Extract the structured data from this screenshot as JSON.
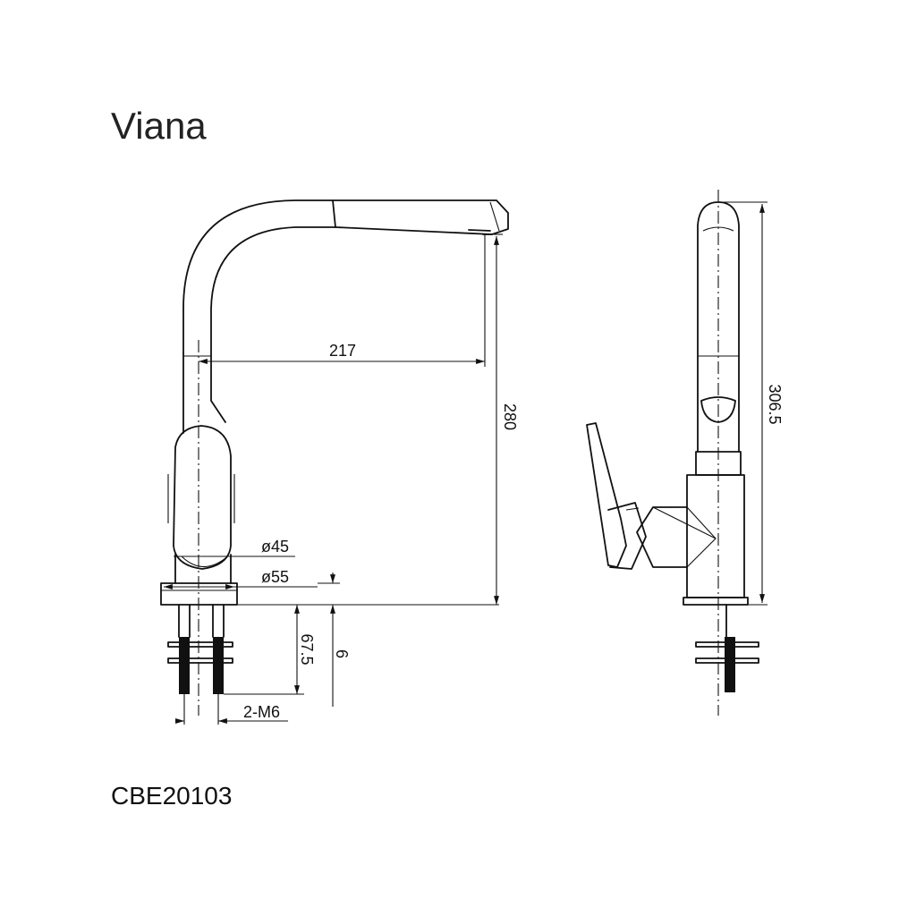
{
  "product_name": "Viana",
  "model_code": "CBE20103",
  "dimensions": {
    "spout_reach": "217",
    "spout_height": "280",
    "total_height": "306.5",
    "hose_diameter": "ø45",
    "base_diameter": "ø55",
    "base_thickness": "6",
    "stud_length": "67.5",
    "stud_thread": "2-M6"
  }
}
